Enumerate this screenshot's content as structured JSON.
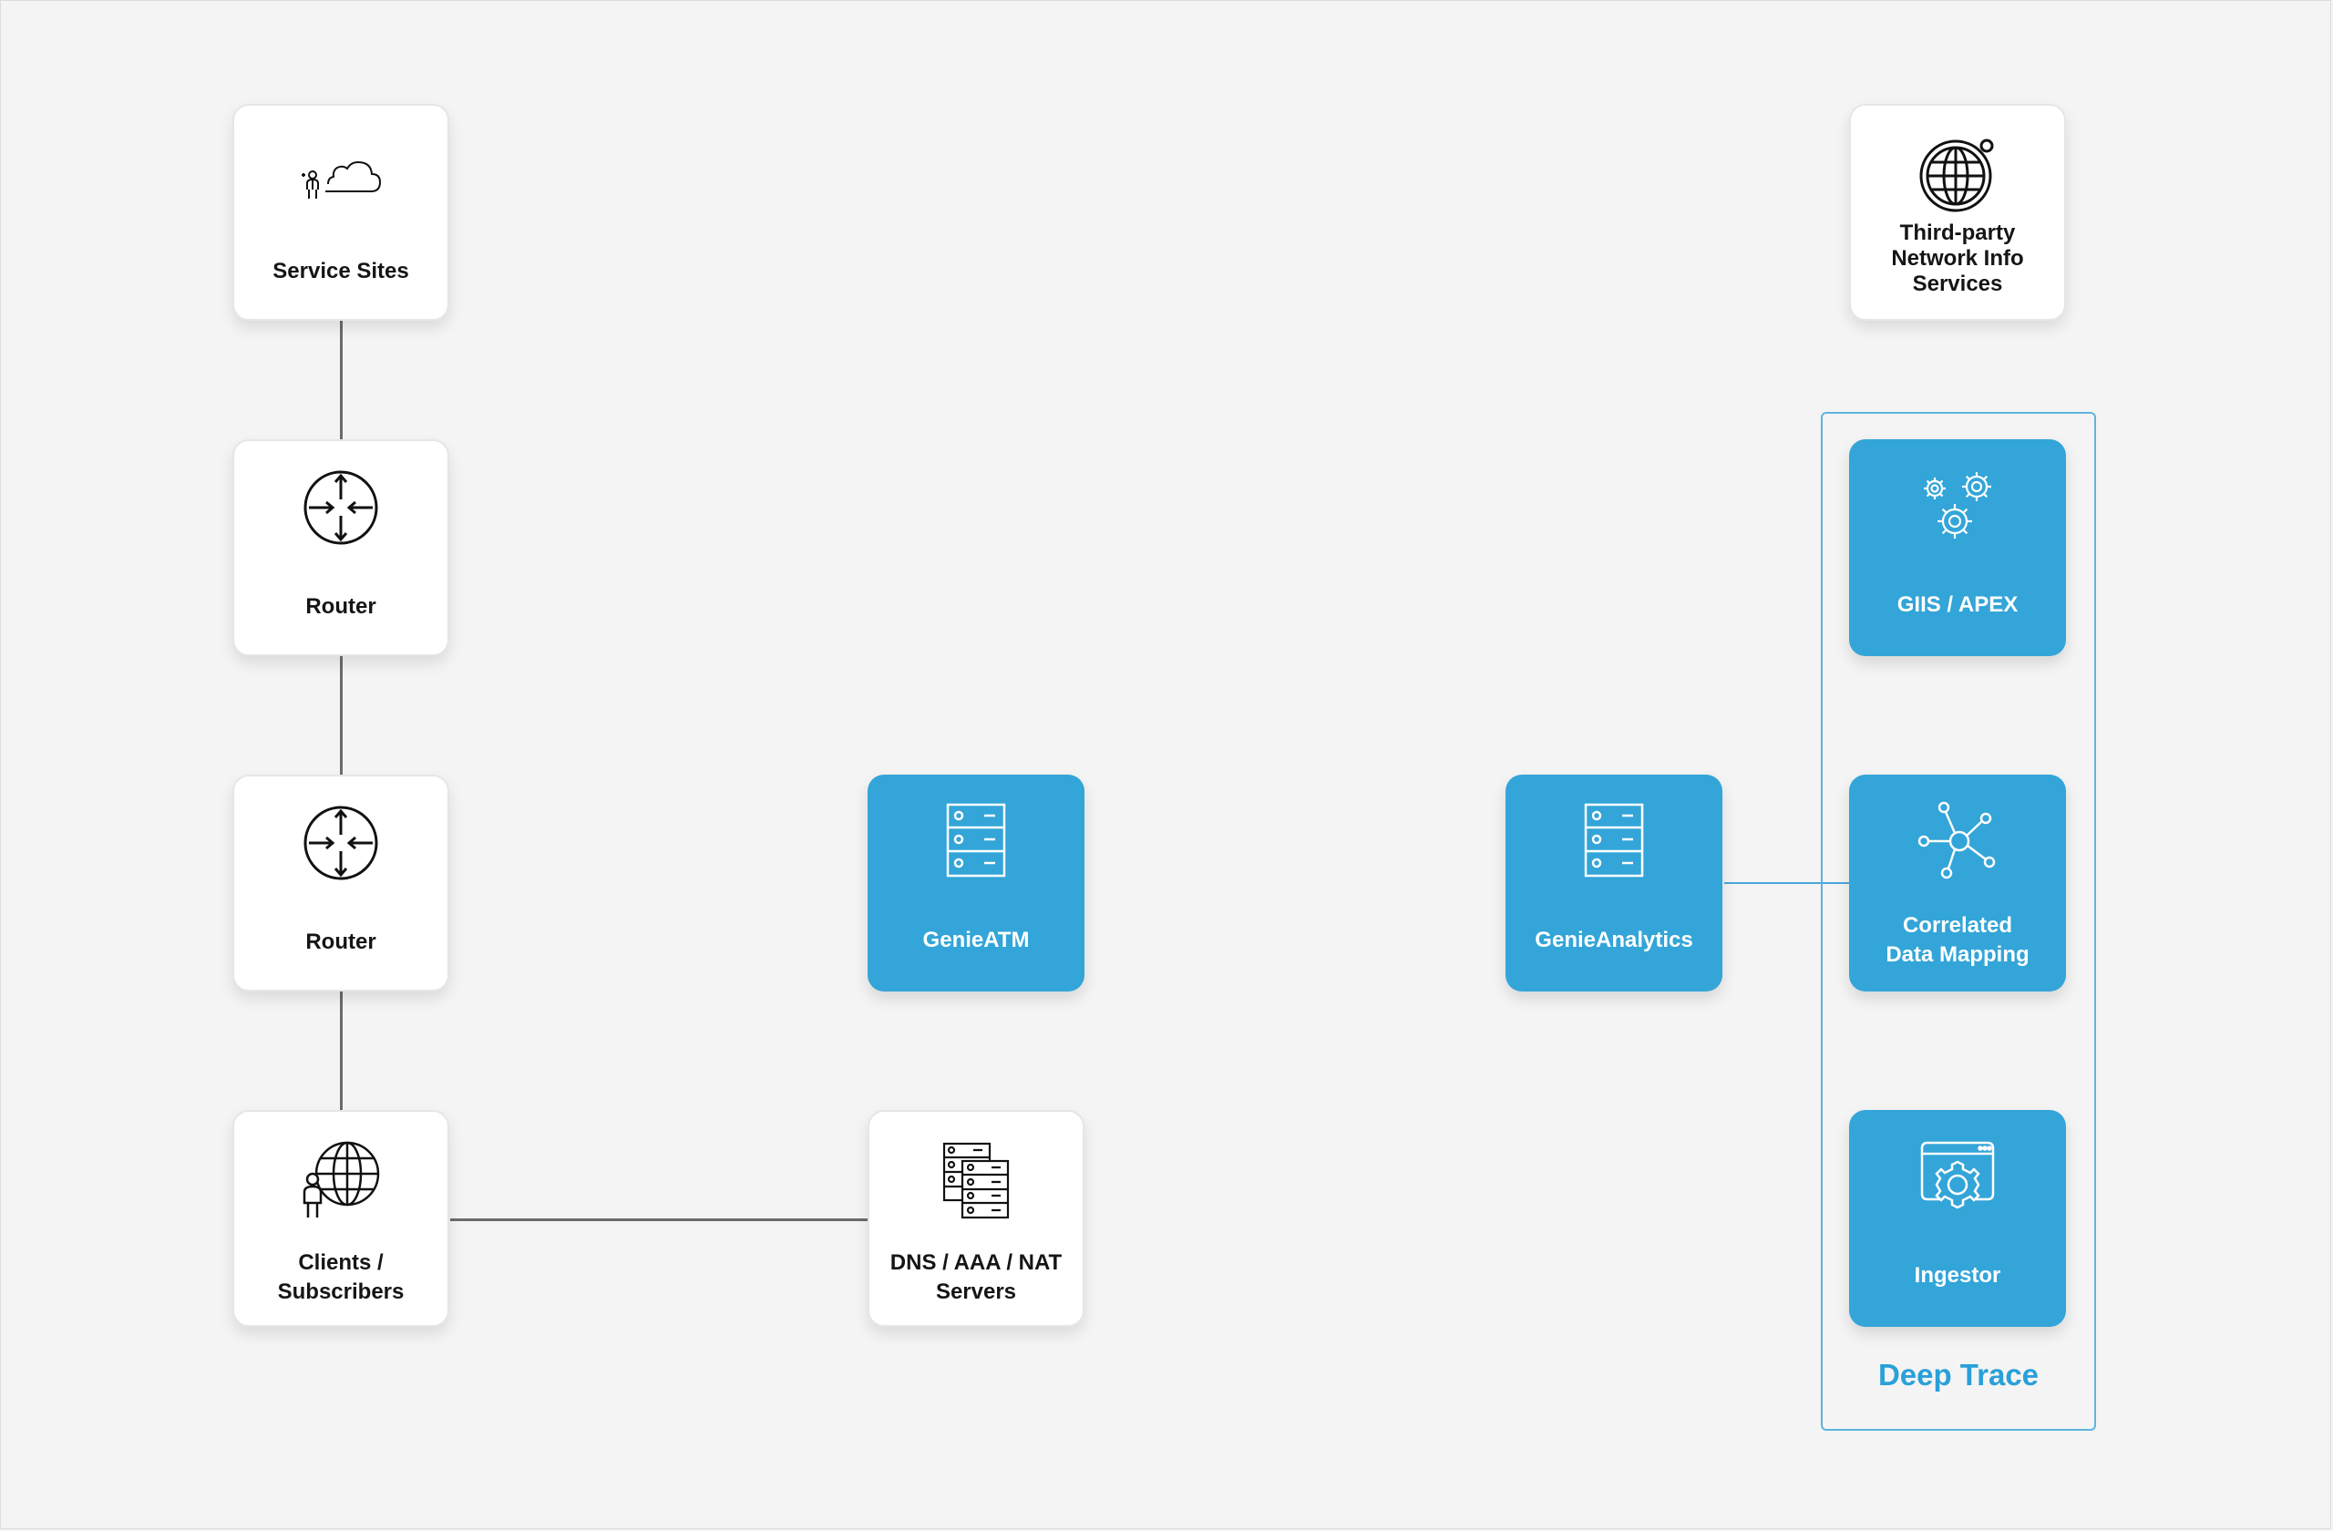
{
  "colors": {
    "accent": "#33a5d8",
    "card_bg": "#ffffff",
    "connector": "#6b6b6b",
    "background": "#f4f4f4"
  },
  "nodes": {
    "service_sites": {
      "label": "Service Sites",
      "icon": "user-cloud-icon"
    },
    "router_1": {
      "label": "Router",
      "icon": "router-icon"
    },
    "router_2": {
      "label": "Router",
      "icon": "router-icon"
    },
    "clients": {
      "label": "Clients /\nSubscribers",
      "icon": "user-globe-icon"
    },
    "dns": {
      "label": "DNS / AAA / NAT\nServers",
      "icon": "server-stack-icon"
    },
    "genie_atm": {
      "label": "GenieATM",
      "icon": "server-icon"
    },
    "genie_analytics": {
      "label": "GenieAnalytics",
      "icon": "server-icon"
    },
    "third_party": {
      "label": "Third-party\nNetwork Info\nServices",
      "icon": "globe-icon"
    },
    "giis_apex": {
      "label": "GIIS / APEX",
      "icon": "gears-icon"
    },
    "correlated": {
      "label": "Correlated\nData Mapping",
      "icon": "network-hub-icon"
    },
    "ingestor": {
      "label": "Ingestor",
      "icon": "window-gear-icon"
    }
  },
  "group": {
    "label": "Deep Trace"
  }
}
